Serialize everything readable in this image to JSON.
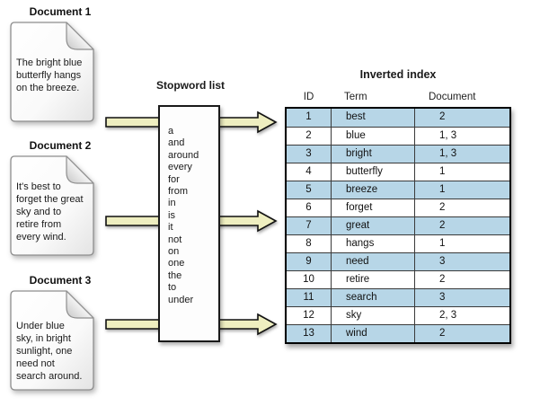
{
  "documents": [
    {
      "title": "Document 1",
      "text": "The bright blue\nbutterfly hangs\non the breeze."
    },
    {
      "title": "Document 2",
      "text": "It's best to\nforget the great\nsky and to\nretire from\nevery wind."
    },
    {
      "title": "Document 3",
      "text": "Under blue\nsky, in bright\nsunlight, one\nneed not\nsearch around."
    }
  ],
  "stopwords": {
    "title": "Stopword list",
    "words": [
      "a",
      "and",
      "around",
      "every",
      "for",
      "from",
      "in",
      "is",
      "it",
      "not",
      "on",
      "one",
      "the",
      "to",
      "under"
    ]
  },
  "index": {
    "title": "Inverted index",
    "columns": [
      "ID",
      "Term",
      "Document"
    ],
    "rows": [
      {
        "id": "1",
        "term": "best",
        "document": "2"
      },
      {
        "id": "2",
        "term": "blue",
        "document": "1, 3"
      },
      {
        "id": "3",
        "term": "bright",
        "document": "1, 3"
      },
      {
        "id": "4",
        "term": "butterfly",
        "document": "1"
      },
      {
        "id": "5",
        "term": "breeze",
        "document": "1"
      },
      {
        "id": "6",
        "term": "forget",
        "document": "2"
      },
      {
        "id": "7",
        "term": "great",
        "document": "2"
      },
      {
        "id": "8",
        "term": "hangs",
        "document": "1"
      },
      {
        "id": "9",
        "term": "need",
        "document": "3"
      },
      {
        "id": "10",
        "term": "retire",
        "document": "2"
      },
      {
        "id": "11",
        "term": "search",
        "document": "3"
      },
      {
        "id": "12",
        "term": "sky",
        "document": "2, 3"
      },
      {
        "id": "13",
        "term": "wind",
        "document": "2"
      }
    ]
  },
  "icons": {
    "document": "page-with-folded-corner",
    "arrow": "right-arrow"
  },
  "colors": {
    "row_highlight": "#b7d6e7",
    "row_plain": "#ffffff",
    "arrow_fill": "#eeeec0",
    "table_border": "#000000",
    "text": "#1a1a1a"
  }
}
